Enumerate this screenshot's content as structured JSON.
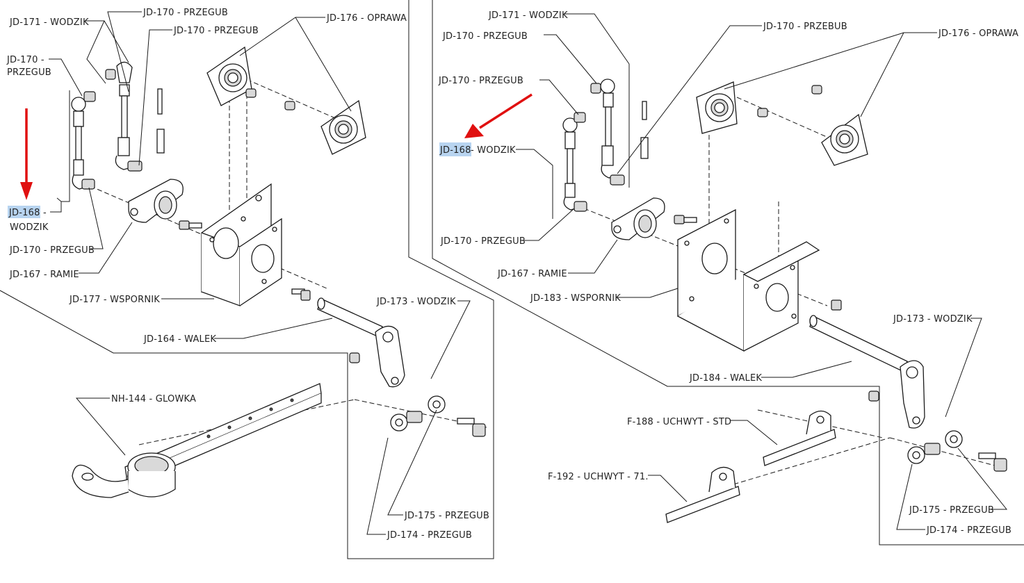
{
  "left_panel": {
    "labels": {
      "jd171": "JD-171 - WODZIK",
      "jd170_top1": "JD-170 - PRZEGUB",
      "jd170_top2": "JD-170 - PRZEGUB",
      "jd176": "JD-176 - OPRAWA",
      "jd170_side_1": "JD-170 -",
      "jd170_side_2": "PRZEGUB",
      "jd168_code": "JD-168",
      "jd168_dash": "-",
      "jd168_name": "WODZIK",
      "jd170_bottom": "JD-170 - PRZEGUB",
      "jd167": "JD-167 - RAMIE",
      "jd177": "JD-177 - WSPORNIK",
      "jd164": "JD-164 - WALEK",
      "jd173": "JD-173 - WODZIK",
      "nh144": "NH-144 - GLOWKA",
      "jd175": "JD-175 - PRZEGUB",
      "jd174": "JD-174 - PRZEGUB"
    }
  },
  "right_panel": {
    "labels": {
      "jd171": "JD-171 - WODZIK",
      "jd170_a": "JD-170 - PRZEGUB",
      "jd170_przebub": "JD-170 - PRZEBUB",
      "jd176": "JD-176 - OPRAWA",
      "jd170_b": "JD-170 - PRZEGUB",
      "jd168_code": "JD-168",
      "jd168_rest": " - WODZIK",
      "jd170_c": "JD-170 - PRZEGUB",
      "jd167": "JD-167 - RAMIE",
      "jd183": "JD-183 - WSPORNIK",
      "jd184": "JD-184 - WALEK",
      "jd173": "JD-173 - WODZIK",
      "f188": "F-188 - UCHWYT - STD",
      "f192": "F-192 - UCHWYT - 71.",
      "jd175": "JD-175 - PRZEGUB",
      "jd174": "JD-174 - PRZEGUB"
    }
  },
  "highlight_color": "#b8d4f0",
  "arrow_color": "#e01010"
}
